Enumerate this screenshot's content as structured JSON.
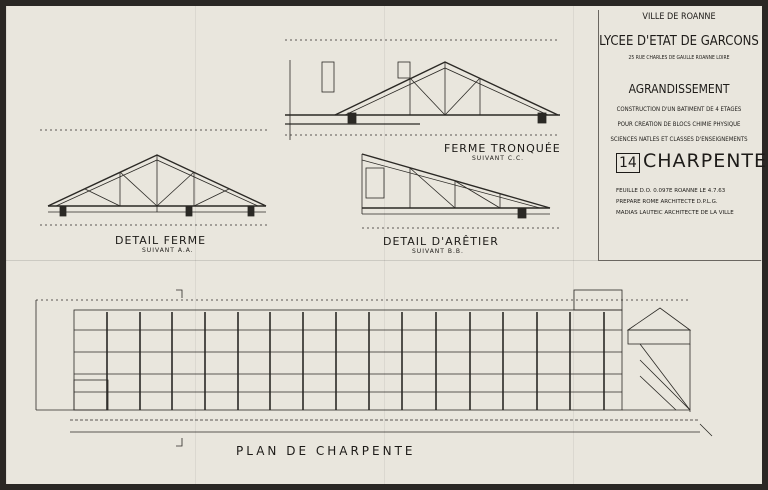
{
  "title_block": {
    "city": "VILLE DE ROANNE",
    "school": "LYCEE D'ETAT DE GARCONS",
    "address": "25 RUE CHARLES DE GAULLE ROANNE LOIRE",
    "project": "AGRANDISSEMENT",
    "desc_1": "CONSTRUCTION D'UN BATIMENT DE 4 ETAGES",
    "desc_2": "POUR CREATION DE BLOCS CHIMIE PHYSIQUE",
    "desc_3": "SCIENCES NATLES ET CLASSES D'ENSEIGNEMENTS",
    "sheet_number": "14",
    "sheet_title": "CHARPENTE",
    "meta_1": "FEUILLE D.O. 0.097E  ROANNE LE 4.7.63",
    "meta_2": "PREPARE ROME ARCHITECTE D.P.L.G.",
    "meta_3": "MADIAS LAUTEIC ARCHITECTE DE LA VILLE"
  },
  "drawings": {
    "detail_ferme": "DETAIL FERME",
    "detail_ferme_sub": "SUIVANT A.A.",
    "ferme_tronquee": "FERME TRONQUÉE",
    "ferme_tronquee_sub": "SUIVANT C.C.",
    "detail_aretier": "DETAIL D'ARÊTIER",
    "detail_aretier_sub": "SUIVANT B.B.",
    "plan": "PLAN DE CHARPENTE"
  }
}
